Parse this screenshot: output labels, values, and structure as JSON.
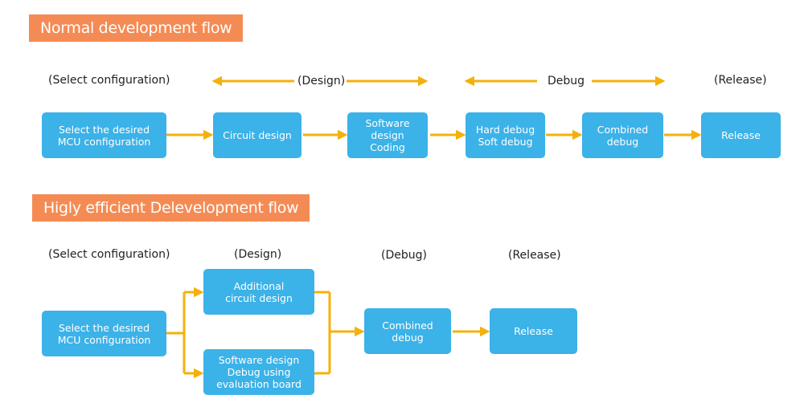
{
  "colors": {
    "banner": "#f58b54",
    "box": "#3bb2e8",
    "arrow": "#f4b10d"
  },
  "normal": {
    "title": "Normal development flow",
    "stages": {
      "select": "(Select configuration)",
      "design": "(Design)",
      "debug": "Debug",
      "release": "(Release)"
    },
    "boxes": [
      "Select the desired\nMCU configuration",
      "Circuit design",
      "Software design\nCoding",
      "Hard debug\nSoft debug",
      "Combined\ndebug",
      "Release"
    ]
  },
  "efficient": {
    "title": "Higly efficient Delevelopment flow",
    "stages": {
      "select": "(Select configuration)",
      "design": "(Design)",
      "debug": "(Debug)",
      "release": "(Release)"
    },
    "boxes": {
      "select": "Select the desired\nMCU configuration",
      "circuit": "Additional\ncircuit design",
      "software": "Software design\nDebug using\nevaluation board",
      "combined": "Combined\ndebug",
      "release": "Release"
    }
  }
}
